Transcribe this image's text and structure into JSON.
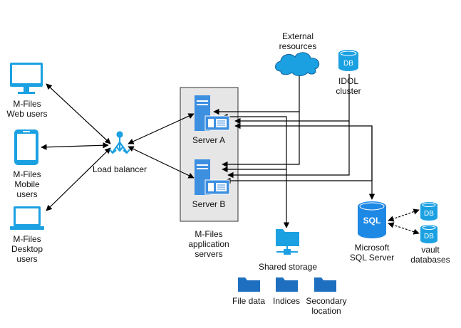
{
  "colors": {
    "accent": "#1ba1e2",
    "server_blue": "#2e86de",
    "folder_blue": "#1e6fbf",
    "cloud_blue": "#1ba1e2",
    "server_box_fill": "#e6e6e6",
    "line": "#000000"
  },
  "icons": {
    "web_users": "monitor-icon",
    "mobile_users": "tablet-icon",
    "desktop_users": "laptop-icon",
    "load_balancer": "load-balancer-icon",
    "server_a": "server-icon",
    "server_b": "server-icon",
    "external": "cloud-icon",
    "idol": "database-icon",
    "sql": "sql-server-icon",
    "vault_db_1": "database-icon",
    "vault_db_2": "database-icon",
    "shared_storage": "network-folder-icon",
    "file_data": "folder-icon",
    "indices": "folder-icon",
    "secondary": "folder-icon"
  },
  "labels": {
    "web_users": [
      "M-Files",
      "Web users"
    ],
    "mobile_users": [
      "M-Files",
      "Mobile",
      "users"
    ],
    "desktop_users": [
      "M-Files",
      "Desktop",
      "users"
    ],
    "load_balancer": "Load balancer",
    "server_a": "Server A",
    "server_b": "Server B",
    "app_servers": [
      "M-Files",
      "application",
      "servers"
    ],
    "external": [
      "External",
      "resources"
    ],
    "idol": [
      "IDOL",
      "cluster"
    ],
    "db_text": "DB",
    "sql_text": "SQL",
    "sql_server": [
      "Microsoft",
      "SQL Server"
    ],
    "vault_db": [
      "vault",
      "databases"
    ],
    "shared_storage": "Shared storage",
    "file_data": "File data",
    "indices": "Indices",
    "secondary": [
      "Secondary",
      "location"
    ]
  }
}
